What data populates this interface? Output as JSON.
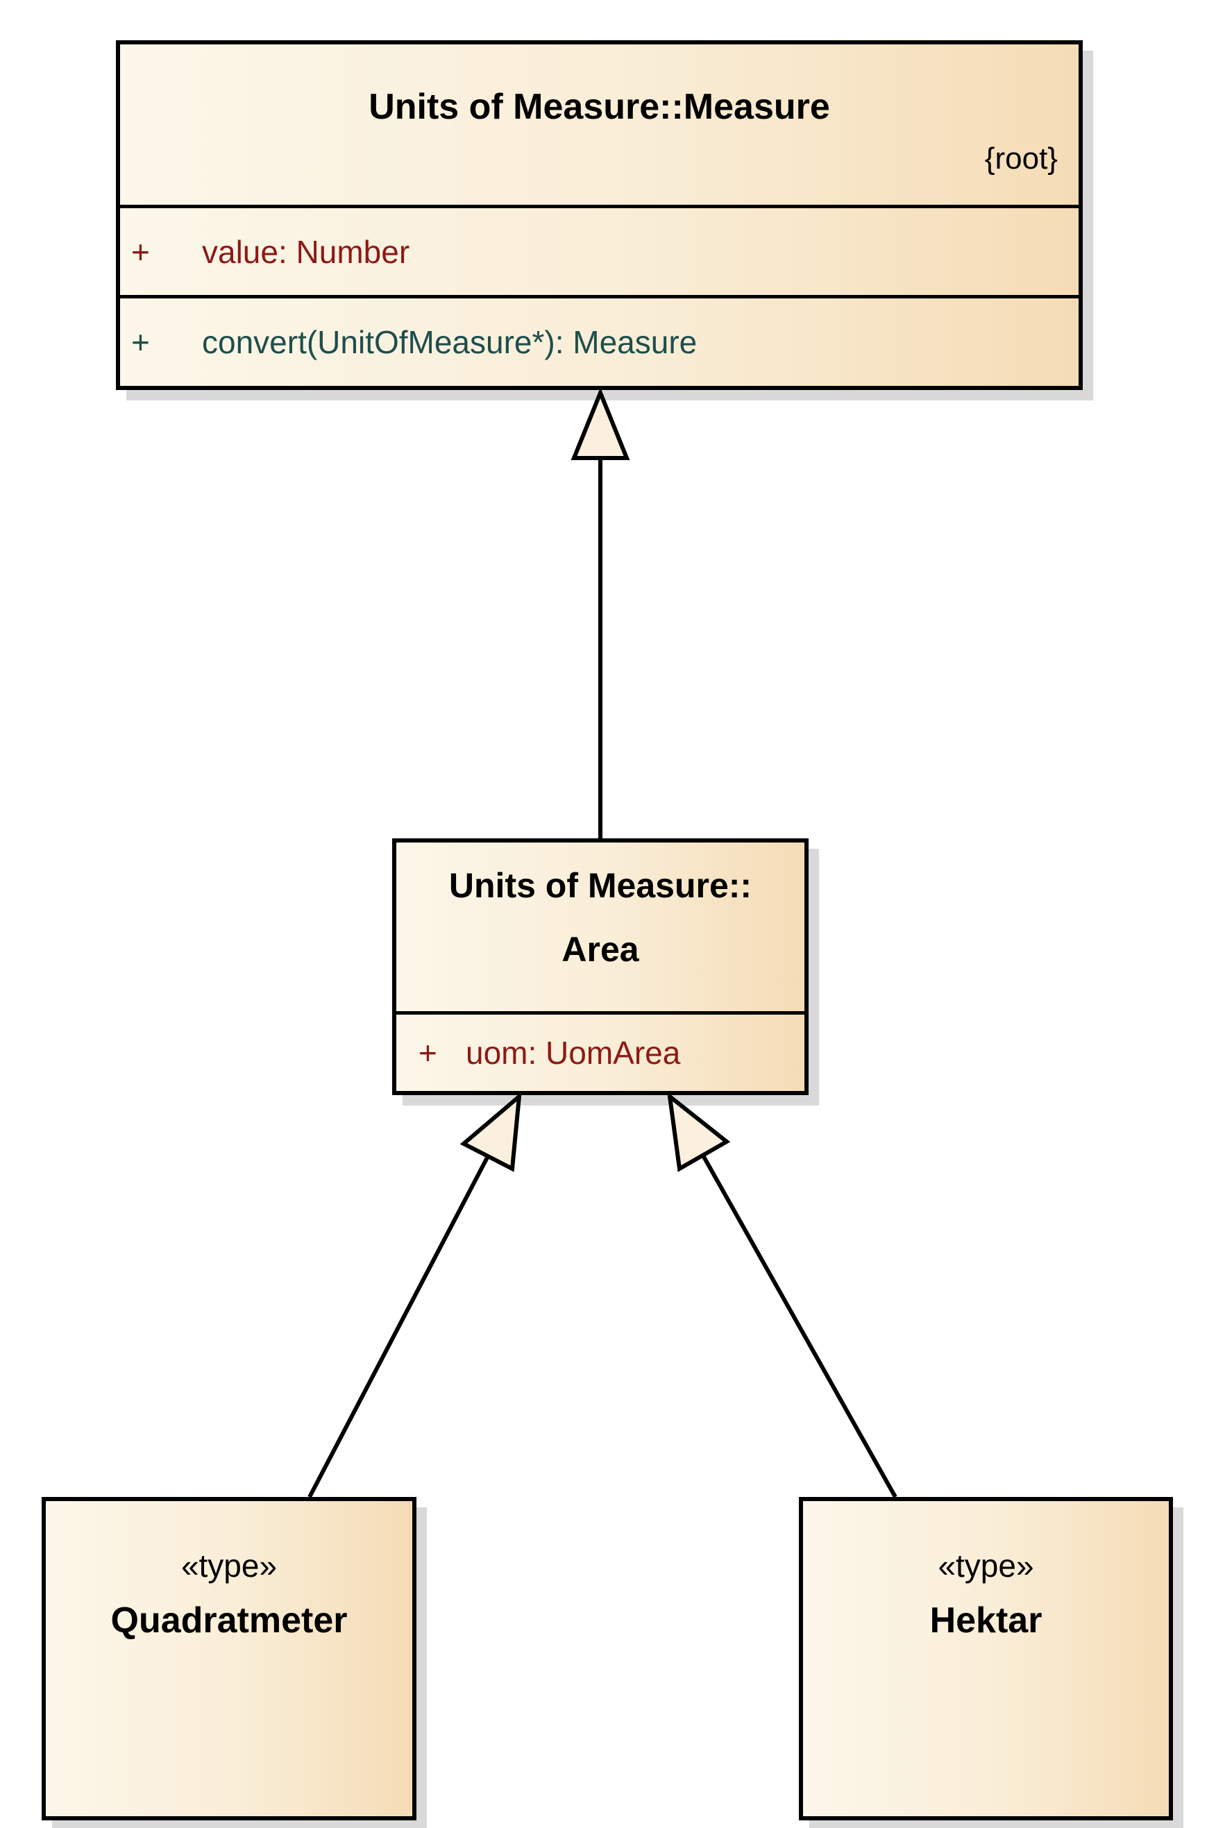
{
  "diagram": {
    "background_color": "#ffffff",
    "node_fill_light": "#fcf7ea",
    "node_fill_dark": "#f5dcb6",
    "node_border_color": "#000000",
    "shadow_color": "#d9d9d9",
    "attribute_text_color": "#8c1a15",
    "operation_text_color": "#1d4e4c",
    "arrowhead_fill": "#faf0dd"
  },
  "measure_class": {
    "title": "Units of Measure::Measure",
    "constraint": "{root}",
    "attributes": [
      {
        "visibility": "+",
        "text": "value: Number"
      }
    ],
    "operations": [
      {
        "visibility": "+",
        "text": "convert(UnitOfMeasure*): Measure"
      }
    ]
  },
  "area_class": {
    "title_line1": "Units of Measure::",
    "title_line2": "Area",
    "attributes": [
      {
        "visibility": "+",
        "text": "uom: UomArea"
      }
    ]
  },
  "quadratmeter_type": {
    "stereotype": "«type»",
    "name": "Quadratmeter"
  },
  "hektar_type": {
    "stereotype": "«type»",
    "name": "Hektar"
  }
}
